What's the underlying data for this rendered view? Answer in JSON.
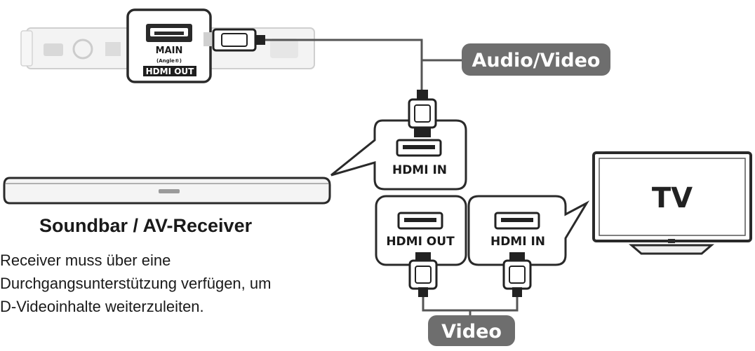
{
  "source_panel": {
    "label_main": "MAIN",
    "label_sub": "(Angle®)",
    "label_port": "HDMI OUT"
  },
  "pills": {
    "audio_video": "Audio/Video",
    "video": "Video"
  },
  "receiver_ports": {
    "hdmi_in": "HDMI IN",
    "hdmi_out": "HDMI OUT"
  },
  "tv_port": {
    "hdmi_in": "HDMI IN"
  },
  "tv": {
    "label": "TV"
  },
  "receiver": {
    "title": "Soundbar / AV-Receiver",
    "description": "Receiver muss über eine\nDurchgangsunterstützung verfügen, um\nD-Videoinhalte weiterzuleiten."
  },
  "colors": {
    "pill": "#6e6e6e",
    "line": "#555555",
    "device_fill": "#f2f2f2"
  }
}
